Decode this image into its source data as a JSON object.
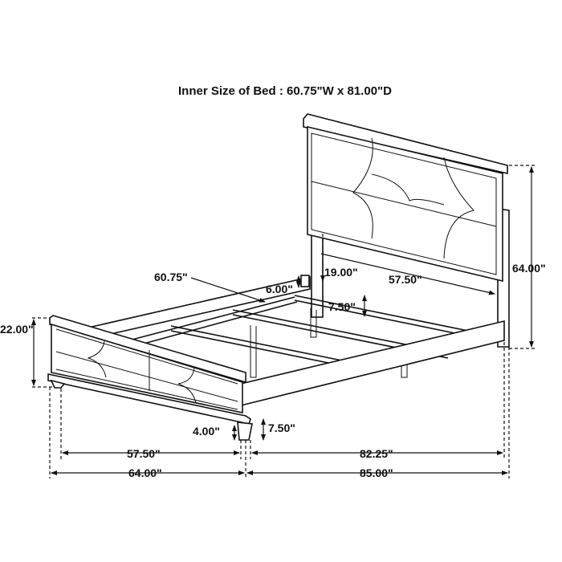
{
  "title": "Inner Size of Bed : 60.75\"W x 81.00\"D",
  "dimensions": {
    "slat_length": "60.75\"",
    "rail_height": "6.00\"",
    "headboard_clearance": "19.00\"",
    "headboard_inner_width": "57.50\"",
    "headboard_height": "64.00\"",
    "slat_drop": "7.50\"",
    "footboard_height": "22.00\"",
    "footboard_leg": "4.00\"",
    "rail_ground_clearance": "7.50\"",
    "footboard_inner_width": "57.50\"",
    "inner_length": "82.25\"",
    "overall_width": "64.00\"",
    "overall_length": "85.00\""
  }
}
